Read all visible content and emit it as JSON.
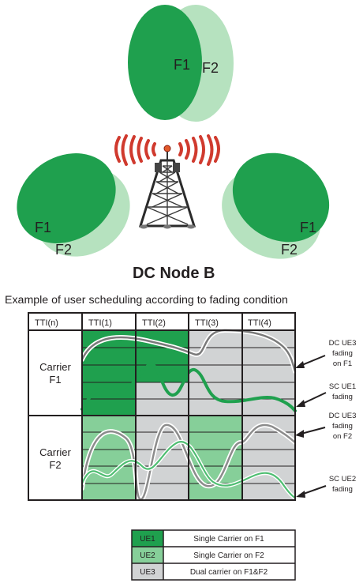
{
  "cells": {
    "f2_label": "F2",
    "f1_label": "F1"
  },
  "node_b": {
    "title": "DC Node B"
  },
  "caption": "Example of user scheduling according to fading condition",
  "table": {
    "header": [
      "TTI(n)",
      "TTI(1)",
      "TTI(2)",
      "TTI(3)",
      "TTI(4)"
    ],
    "carrier_f1": [
      "Carrier",
      "F1"
    ],
    "carrier_f2": [
      "Carrier",
      "F2"
    ]
  },
  "annotations": {
    "dc_ue3_f1": [
      "DC UE3",
      "fading",
      "on F1"
    ],
    "sc_ue1": [
      "SC UE1",
      "fading"
    ],
    "dc_ue3_f2": [
      "DC UE3",
      "fading",
      "on F2"
    ],
    "sc_ue2": [
      "SC UE2",
      "fading"
    ]
  },
  "legend": [
    {
      "tag": "UE1",
      "desc": "Single Carrier on F1"
    },
    {
      "tag": "UE2",
      "desc": "Single Carrier on F2"
    },
    {
      "tag": "UE3",
      "desc": "Dual carrier on F1&F2"
    }
  ],
  "colors": {
    "ue1": "#1fa04e",
    "ue2": "#86cf99",
    "ue3": "#d1d3d4",
    "light": "#b6e2bf",
    "signal": "#d03a2e"
  }
}
